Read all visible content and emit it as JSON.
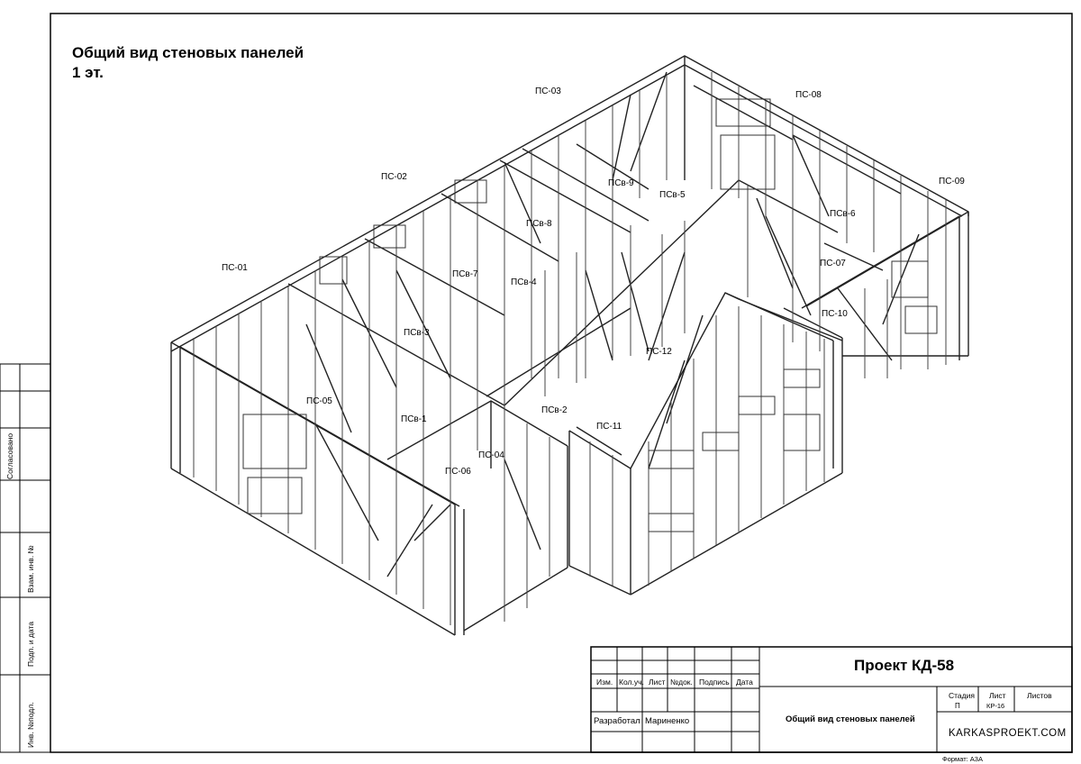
{
  "drawing": {
    "title_line1": "Общий вид стеновых панелей",
    "title_line2": "1 эт."
  },
  "panel_labels": [
    {
      "id": "ps03",
      "text": "ПС-03"
    },
    {
      "id": "ps08",
      "text": "ПС-08"
    },
    {
      "id": "ps02",
      "text": "ПС-02"
    },
    {
      "id": "ps09",
      "text": "ПС-09"
    },
    {
      "id": "psv9",
      "text": "ПСв-9"
    },
    {
      "id": "psv5",
      "text": "ПСв-5"
    },
    {
      "id": "psv6",
      "text": "ПСв-6"
    },
    {
      "id": "psv8",
      "text": "ПСв-8"
    },
    {
      "id": "ps01",
      "text": "ПС-01"
    },
    {
      "id": "ps07",
      "text": "ПС-07"
    },
    {
      "id": "psv7",
      "text": "ПСв-7"
    },
    {
      "id": "psv4",
      "text": "ПСв-4"
    },
    {
      "id": "ps10",
      "text": "ПС-10"
    },
    {
      "id": "psv3",
      "text": "ПСв-3"
    },
    {
      "id": "ps12",
      "text": "ПС-12"
    },
    {
      "id": "ps05",
      "text": "ПС-05"
    },
    {
      "id": "psv2",
      "text": "ПСв-2"
    },
    {
      "id": "psv1",
      "text": "ПСв-1"
    },
    {
      "id": "ps11",
      "text": "ПС-11"
    },
    {
      "id": "ps04",
      "text": "ПС-04"
    },
    {
      "id": "ps06",
      "text": "ПС-06"
    }
  ],
  "side_stamp": {
    "soglasovano": "Согласовано",
    "vzam": "Взам. инв. №",
    "podp": "Подп. и дата",
    "inv": "Инв. №подл."
  },
  "title_block": {
    "project": "Проект КД-58",
    "cols": [
      "Изм.",
      "Кол.уч.",
      "Лист",
      "№док.",
      "Подпись",
      "Дата"
    ],
    "developed_label": "Разработал",
    "developer": "Мариненко",
    "sheet_title": "Общий вид стеновых панелей",
    "stage_label": "Стадия",
    "stage_value": "П",
    "sheet_label": "Лист",
    "sheet_value": "КР-16",
    "sheets_label": "Листов",
    "company": "KARKASPROEKT.COM",
    "format": "Формат: А3А"
  }
}
